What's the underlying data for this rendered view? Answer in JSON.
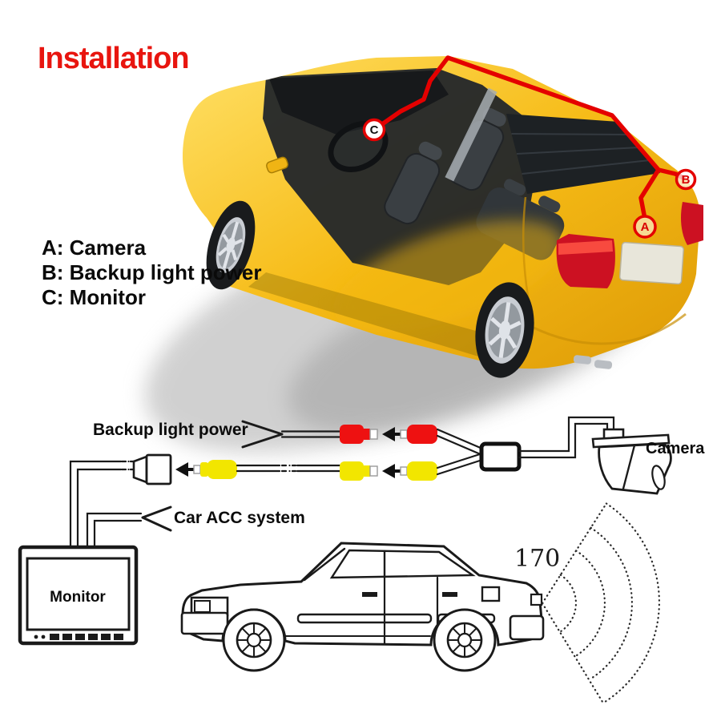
{
  "title": {
    "text": "Installation",
    "color": "#e8150f"
  },
  "legend": {
    "items": [
      "A: Camera",
      "B: Backup light power",
      "C: Monitor"
    ]
  },
  "car_illustration": {
    "markers": {
      "a": "A",
      "b": "B",
      "c": "C"
    },
    "cable_color": "#e40000",
    "body_color": "#f6bb16"
  },
  "wiring_diagram": {
    "labels": {
      "backup_light_power": "Backup light power",
      "car_acc_system": "Car ACC system",
      "camera": "Camera",
      "monitor": "Monitor",
      "camera_angle": "170"
    },
    "connector_colors": {
      "video_rca": "#f2e600",
      "power_rca": "#ee1111"
    },
    "line_color": "#1a1a1a"
  }
}
